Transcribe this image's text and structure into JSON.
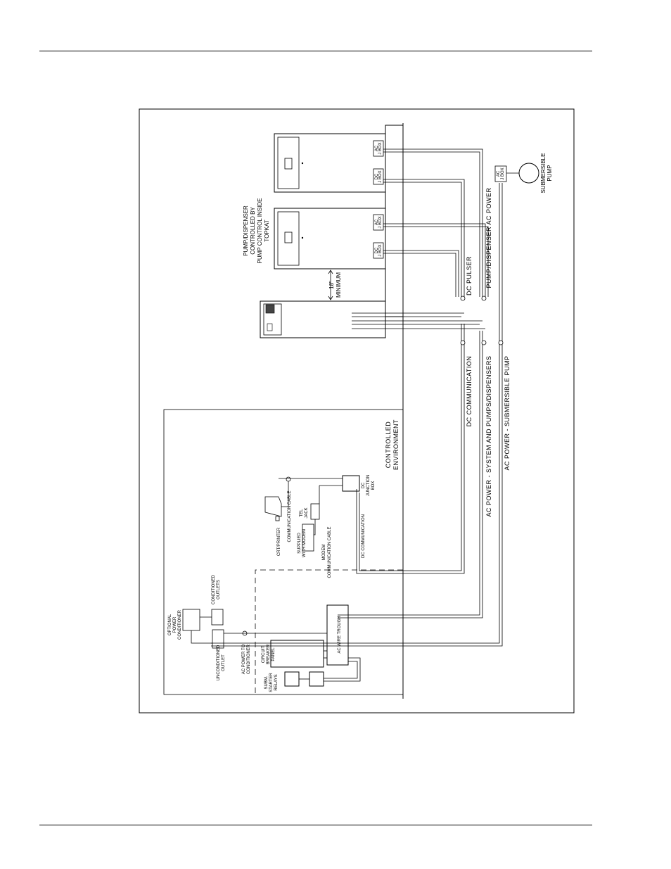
{
  "labels": {
    "pump_dispenser_1": "PUMP/DISPENSER",
    "pump_dispenser_2": "CONTROLLED BY",
    "pump_dispenser_3": "PUMP CONTROL INSIDE",
    "pump_dispenser_4": "TOPKAT",
    "ac_jbox_ac": "AC",
    "dc_jbox_dc": "DC",
    "jbox": "J BOX",
    "submersible_1": "SUBMERSIBLE",
    "submersible_2": "PUMP",
    "minimum_1": "18\"",
    "minimum_2": "MINIMUM",
    "dc_pulser": "DC PULSER",
    "pump_dispenser_ac_power": "PUMP/DISPENSER AC POWER",
    "dc_communication": "DC COMMUNICATION",
    "ac_power_system": "AC POWER - SYSTEM AND PUMPS/DISPENSERS",
    "ac_power_submersible": "AC POWER - SUBMERSIBLE PUMP",
    "controlled_1": "CONTROLLED",
    "controlled_2": "ENVIRONMENT",
    "dc_junction_1": "DC",
    "dc_junction_2": "JUNCTION",
    "dc_junction_3": "BOX",
    "crt_printer": "CRT/PRINTER",
    "communication_cable": "COMMUNICATION CABLE",
    "supplied_1": "SUPPLIED",
    "supplied_2": "WITH MODEM",
    "tel_1": "TEL",
    "tel_2": "JACK",
    "modem_1": "MODEM",
    "modem_2": "COMMUNICATION CABLE",
    "dc_communication_inner": "DC COMMUNICATION",
    "optional_1": "OPTIONAL",
    "optional_2": "POWER",
    "optional_3": "CONDITIONER",
    "conditioned_1": "CONDITIONED",
    "conditioned_2": "OUTLETS",
    "unconditioned_1": "UNCONDITIONED",
    "unconditioned_2": "OUTLET",
    "ac_power_to_1": "AC POWER TO",
    "ac_power_to_2": "CONDITIONER",
    "circuit_1": "CIRCUIT",
    "circuit_2": "BREAKER",
    "circuit_3": "PANEL",
    "ac_wire_trough": "AC WIRE TROUGH",
    "subm_1": "SUBM.",
    "subm_2": "STARTER",
    "subm_3": "RELAYS"
  }
}
